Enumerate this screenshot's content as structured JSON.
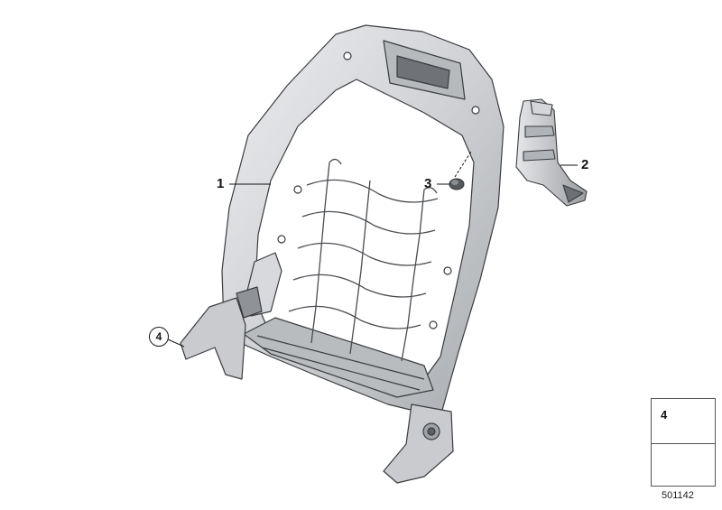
{
  "callouts": {
    "frame": "1",
    "bracket": "2",
    "clip": "3",
    "screw": "4"
  },
  "legend": {
    "part_number": "4"
  },
  "diagram_id": "501142",
  "colors": {
    "metal_light": "#e2e3e5",
    "metal_mid": "#c4c6c9",
    "metal_dark": "#8f9296",
    "outline": "#3a3c3f",
    "text": "#111111"
  }
}
